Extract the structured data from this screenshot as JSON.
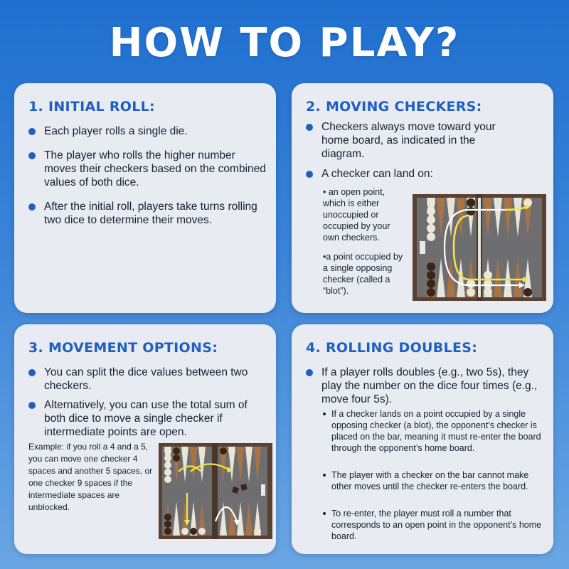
{
  "title": "HOW TO PLAY?",
  "colors": {
    "accent": "#1f5fc2",
    "card_bg": "#e8ebf2",
    "board_frame": "#5a4232",
    "board_field": "#6e6e70"
  },
  "card1": {
    "heading": "1. INITIAL ROLL:",
    "bullets": [
      "Each player rolls a single die.",
      "The player who rolls the higher number moves their checkers based on the combined values of both dice.",
      "After the initial roll, players take turns rolling two dice to determine their moves."
    ]
  },
  "card2": {
    "heading": "2. MOVING CHECKERS:",
    "bullets": [
      "Checkers always move toward your home board, as indicated in the diagram.",
      "A checker can land on:"
    ],
    "subpoints": [
      "• an open point, which is either unoccupied or occupied by your own checkers.",
      "•a point occupied by a single opposing checker (called a “blot”)."
    ]
  },
  "card3": {
    "heading": "3. MOVEMENT OPTIONS:",
    "bullets": [
      "You can split the dice values between two checkers.",
      "Alternatively, you can use the total sum of both dice to move a single checker if intermediate points are open."
    ],
    "example": "Example: if you roll a 4 and a 5, you can move one checker 4 spaces and another 5 spaces, or one checker 9 spaces if the intermediate spaces are unblocked."
  },
  "card4": {
    "heading": "4. ROLLING DOUBLES:",
    "bullets": [
      "If a player rolls doubles (e.g., two 5s), they play the number on the dice four times (e.g., move four 5s)."
    ],
    "subpoints": [
      "If a checker lands on a point occupied by a single opposing checker (a blot), the opponent’s checker is placed on the bar, meaning it must re-enter the board through the opponent’s home board.",
      "The player with a checker on the bar cannot make other moves until the checker re-enters the board.",
      "To re-enter, the player must roll a number that corresponds to an open point in the opponent’s home board."
    ]
  }
}
